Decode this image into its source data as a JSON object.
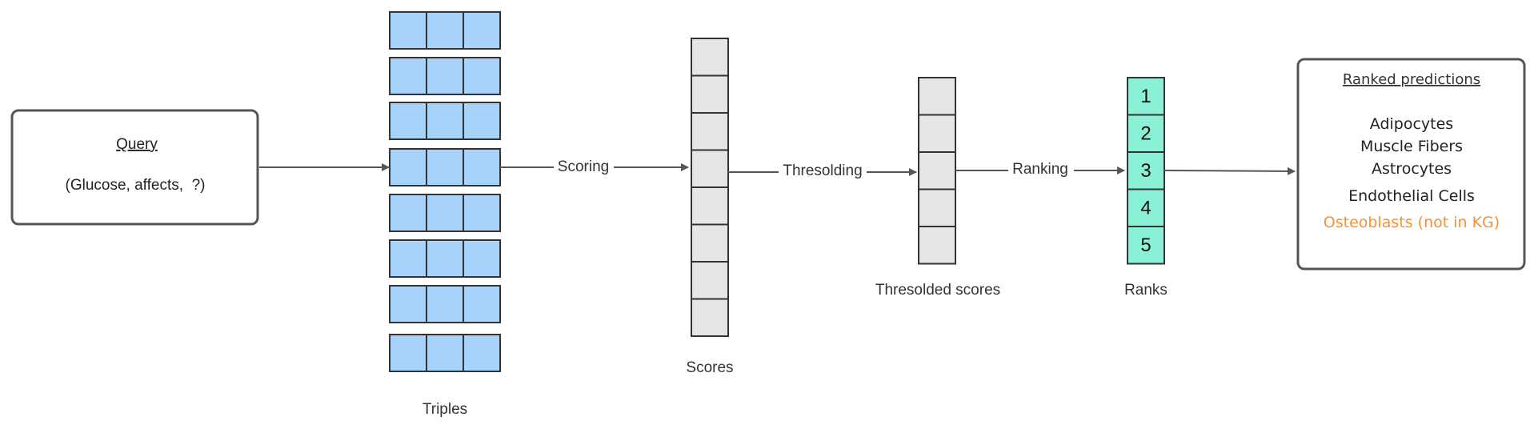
{
  "query": {
    "title": "Query",
    "text": "(Glucose, affects,  ?)"
  },
  "edges": {
    "scoring": "Scoring",
    "thresholding": "Thresolding",
    "ranking": "Ranking"
  },
  "labels": {
    "triples": "Triples",
    "scores": "Scores",
    "thresholded": "Thresolded scores",
    "ranks": "Ranks"
  },
  "ranks": [
    "1",
    "2",
    "3",
    "4",
    "5"
  ],
  "predictions": {
    "title": "Ranked predictions",
    "items": [
      "Adipocytes",
      "Muscle Fibers",
      "Astrocytes",
      "Endothelial Cells",
      "Osteoblasts (not in KG)"
    ]
  },
  "colors": {
    "triple_fill": "#a8d3fb",
    "score_fill": "#e6e6e6",
    "rank_fill": "#8af0d6",
    "highlight": "#f2923c",
    "stroke": "#333333",
    "arrow": "#555555"
  }
}
